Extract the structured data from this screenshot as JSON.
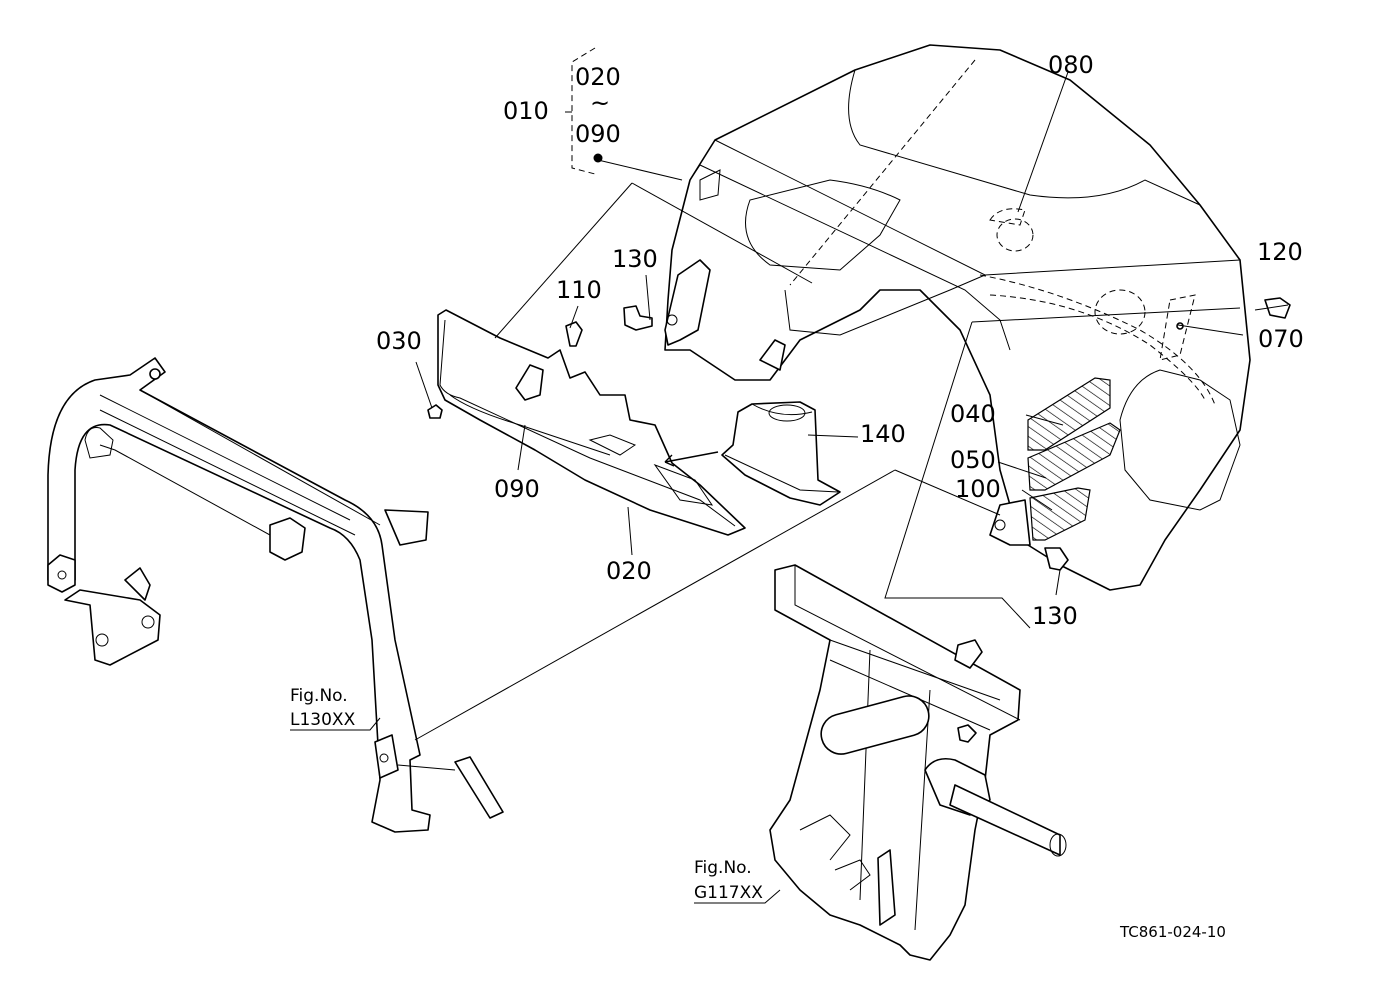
{
  "diagram": {
    "labels": {
      "p010": "010",
      "p020_top": "020",
      "tilde": "~",
      "p090_top": "090",
      "p080": "080",
      "p130_upper": "130",
      "p110": "110",
      "p030": "030",
      "p120": "120",
      "p070": "070",
      "p040": "040",
      "p050": "050",
      "p100": "100",
      "p140": "140",
      "p090_lower": "090",
      "p020_lower": "020",
      "p130_lower": "130"
    },
    "fig_refs": {
      "left_line1": "Fig.No.",
      "left_line2": "L130XX",
      "right_line1": "Fig.No.",
      "right_line2": "G117XX"
    },
    "drawing_code": "TC861-024-10"
  }
}
